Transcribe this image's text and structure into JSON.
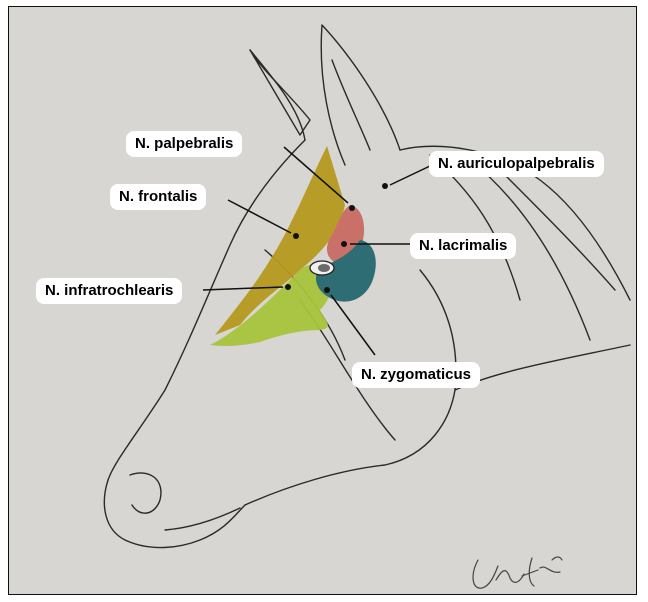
{
  "labels": {
    "palpebralis": "N. palpebralis",
    "auriculopalpebralis": "N. auriculopalpebralis",
    "frontalis": "N. frontalis",
    "lacrimalis": "N. lacrimalis",
    "infratrochlearis": "N. infratrochlearis",
    "zygomaticus": "N. zygomaticus"
  },
  "colors": {
    "background": "#d7d6d2",
    "frontalis_region": "#b59a1f",
    "infratrochlearis_region": "#a8c43c",
    "lacrimalis_region": "#c97168",
    "zygomaticus_region": "#2d6d73",
    "line": "#2a2a2a"
  }
}
